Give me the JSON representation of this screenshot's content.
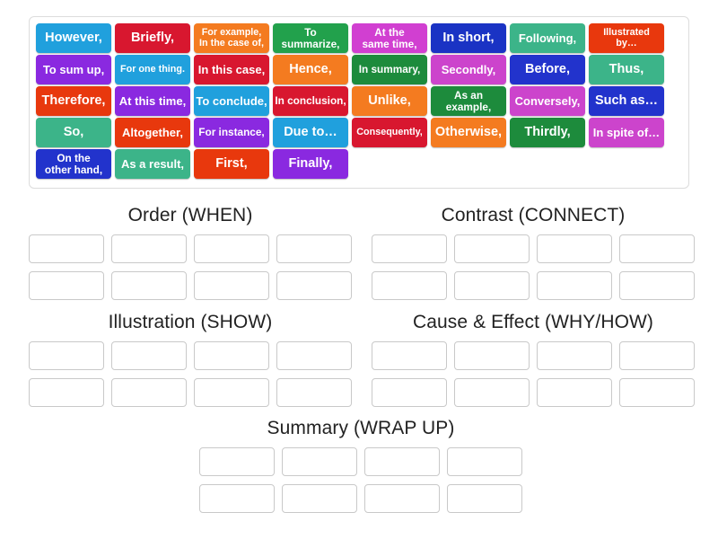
{
  "activity": {
    "type": "group-sort",
    "tile_bank_label": "transition-words-tile-bank"
  },
  "tiles": [
    [
      {
        "label": "However,",
        "color": "#20a0dd",
        "size": "fs-14"
      },
      {
        "label": "Briefly,",
        "color": "#d8172f",
        "size": "fs-14"
      },
      {
        "label": "For example,\nIn the case of,",
        "color": "#f47b20",
        "size": "fs-11"
      },
      {
        "label": "To\nsummarize,",
        "color": "#22a14c",
        "size": "fs-12"
      },
      {
        "label": "At the\nsame time,",
        "color": "#d13fd1",
        "size": "fs-12"
      },
      {
        "label": "In short,",
        "color": "#1a33c4",
        "size": "fs-14"
      },
      {
        "label": "Following,",
        "color": "#3cb489",
        "size": "fs-13"
      },
      {
        "label": "Illustrated\nby…",
        "color": "#e8380d",
        "size": "fs-11"
      }
    ],
    [
      {
        "label": "To sum up,",
        "color": "#8a29e0",
        "size": "fs-13"
      },
      {
        "label": "For one thing.",
        "color": "#20a0dd",
        "size": "fs-11"
      },
      {
        "label": "In this case,",
        "color": "#d8172f",
        "size": "fs-13"
      },
      {
        "label": "Hence,",
        "color": "#f47b20",
        "size": "fs-14"
      },
      {
        "label": "In summary,",
        "color": "#1d8b3c",
        "size": "fs-12"
      },
      {
        "label": "Secondly,",
        "color": "#cc44cc",
        "size": "fs-13"
      },
      {
        "label": "Before,",
        "color": "#2233cc",
        "size": "fs-14"
      },
      {
        "label": "Thus,",
        "color": "#3cb489",
        "size": "fs-14"
      }
    ],
    [
      {
        "label": "Therefore,",
        "color": "#e8380d",
        "size": "fs-14"
      },
      {
        "label": "At this time,",
        "color": "#8a29e0",
        "size": "fs-13"
      },
      {
        "label": "To conclude,",
        "color": "#20a0dd",
        "size": "fs-13"
      },
      {
        "label": "In conclusion,",
        "color": "#d8172f",
        "size": "fs-12"
      },
      {
        "label": "Unlike,",
        "color": "#f47b20",
        "size": "fs-14"
      },
      {
        "label": "As an\nexample,",
        "color": "#1d8b3c",
        "size": "fs-12"
      },
      {
        "label": "Conversely,",
        "color": "#cc44cc",
        "size": "fs-13"
      },
      {
        "label": "Such as…",
        "color": "#2233cc",
        "size": "fs-14"
      }
    ],
    [
      {
        "label": "So,",
        "color": "#3cb489",
        "size": "fs-14"
      },
      {
        "label": "Altogether,",
        "color": "#e8380d",
        "size": "fs-13"
      },
      {
        "label": "For instance,",
        "color": "#8a29e0",
        "size": "fs-12"
      },
      {
        "label": "Due to…",
        "color": "#20a0dd",
        "size": "fs-14"
      },
      {
        "label": "Consequently,",
        "color": "#d8172f",
        "size": "fs-11"
      },
      {
        "label": "Otherwise,",
        "color": "#f47b20",
        "size": "fs-14"
      },
      {
        "label": "Thirdly,",
        "color": "#1d8b3c",
        "size": "fs-14"
      },
      {
        "label": "In spite of…",
        "color": "#cc44cc",
        "size": "fs-13"
      }
    ],
    [
      {
        "label": "On the\nother hand,",
        "color": "#2233cc",
        "size": "fs-12"
      },
      {
        "label": "As a result,",
        "color": "#3cb489",
        "size": "fs-13"
      },
      {
        "label": "First,",
        "color": "#e8380d",
        "size": "fs-14"
      },
      {
        "label": "Finally,",
        "color": "#8a29e0",
        "size": "fs-14"
      }
    ]
  ],
  "groups": [
    {
      "title": "Order (WHEN)",
      "rows": 2,
      "cols": 4
    },
    {
      "title": "Contrast (CONNECT)",
      "rows": 2,
      "cols": 4
    },
    {
      "title": "Illustration (SHOW)",
      "rows": 2,
      "cols": 4
    },
    {
      "title": "Cause & Effect (WHY/HOW)",
      "rows": 2,
      "cols": 4
    },
    {
      "title": "Summary (WRAP UP)",
      "rows": 2,
      "cols": 4
    }
  ],
  "colors": {
    "page_background": "#ffffff",
    "tile_bank_border": "#dcdcdc",
    "slot_border": "#c9c9c9",
    "title_text": "#222222"
  }
}
